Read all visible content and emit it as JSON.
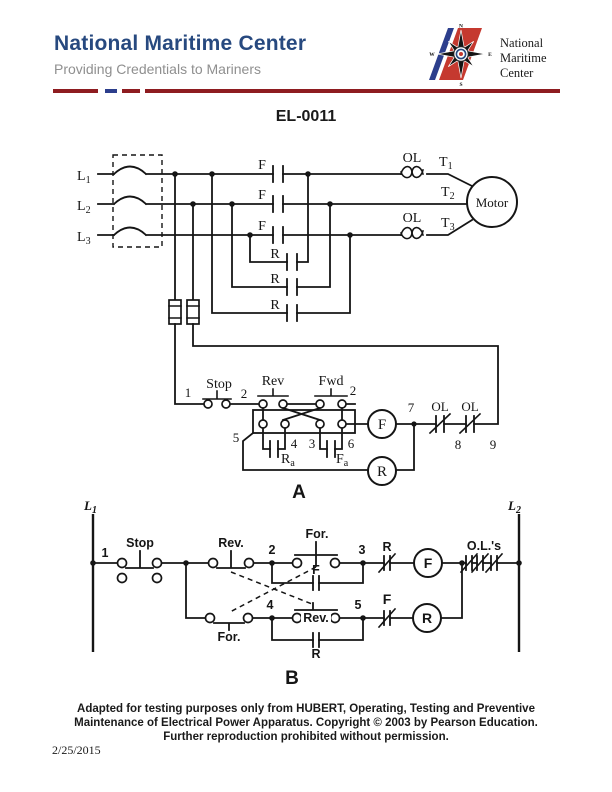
{
  "header": {
    "title": "National Maritime Center",
    "subtitle": "Providing Credentials to Mariners",
    "logo": {
      "line1": "National",
      "line2": "Maritime",
      "line3": "Center",
      "n": "N",
      "e": "E",
      "s": "S",
      "w": "W"
    },
    "colors": {
      "title_blue": "#27497f",
      "subtitle_gray": "#8f8f8f",
      "divider_red": "#8e1c20",
      "divider_blue": "#2c3e8c",
      "logo_red": "#c5392f",
      "ink": "#151515"
    }
  },
  "document": {
    "exam_code": "EL-0011"
  },
  "diagram_a": {
    "label": "A",
    "l1": {
      "base": "L",
      "sub": "1"
    },
    "l2": {
      "base": "L",
      "sub": "2"
    },
    "l3": {
      "base": "L",
      "sub": "3"
    },
    "t1": {
      "base": "T",
      "sub": "1"
    },
    "t2": {
      "base": "T",
      "sub": "2"
    },
    "t3": {
      "base": "T",
      "sub": "3"
    },
    "f_contact": "F",
    "r_contact": "R",
    "ol": "OL",
    "motor": "Motor",
    "stop": "Stop",
    "rev": "Rev",
    "fwd": "Fwd",
    "coil_f": "F",
    "coil_r": "R",
    "aux_r": {
      "base": "R",
      "sub": "a"
    },
    "aux_f": {
      "base": "F",
      "sub": "a"
    },
    "n1": "1",
    "n2": "2",
    "n2b": "2",
    "n3": "3",
    "n4": "4",
    "n5": "5",
    "n6": "6",
    "n7": "7",
    "n8": "8",
    "n9": "9"
  },
  "diagram_b": {
    "label": "B",
    "rail_left": {
      "base": "L",
      "sub": "1"
    },
    "rail_right": {
      "base": "L",
      "sub": "2"
    },
    "stop": "Stop",
    "rev_nc": "Rev.",
    "for_no": "For.",
    "for_nc": "For.",
    "rev_no": "Rev.",
    "seal_f": "F",
    "seal_r": "R",
    "nc_r": "R",
    "nc_f": "F",
    "coil_f": "F",
    "coil_r": "R",
    "overloads": "O.L.'s",
    "n1": "1",
    "n2": "2",
    "n3": "3",
    "n4": "4",
    "n5": "5"
  },
  "footer": {
    "line1": "Adapted for testing purposes only from HUBERT, Operating, Testing and Preventive",
    "line2": "Maintenance of Electrical Power Apparatus. Copyright © 2003 by Pearson Education.",
    "line3": "Further reproduction prohibited without permission.",
    "date": "2/25/2015"
  }
}
